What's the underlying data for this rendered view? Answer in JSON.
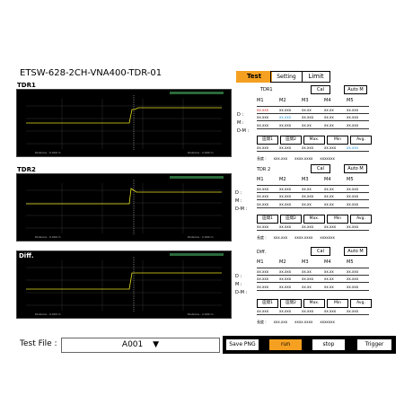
{
  "app_title": "ETSW-628-2CH-VNA400-TDR-01",
  "tabs": {
    "test": "Test",
    "setting": "Setting",
    "limit": "Limit"
  },
  "colors": {
    "accent_orange": "#f5a020",
    "trace_yellow": "#e8e020",
    "trace_green": "#40c040",
    "scope_bg": "#000000"
  },
  "scopes": [
    {
      "label": "TDR1",
      "legend_right": "Distance : 2.000 m",
      "legend_left": "Distance : 0.000 m"
    },
    {
      "label": "TDR2",
      "legend_right": "Distance : 2.000 m",
      "legend_left": "Distance : 0.000 m"
    },
    {
      "label": "Diff.",
      "legend_right": "Distance : 2.000 m",
      "legend_left": "Distance : 0.000 m"
    }
  ],
  "sections": [
    {
      "title": "TDR1",
      "cal": "Cal",
      "auto": "Auto M",
      "cols": [
        "M1",
        "M2",
        "M3",
        "M4",
        "M5"
      ],
      "d_label": "D :",
      "m_label": "M :",
      "dm_label": "D-M :",
      "d": [
        "xx.xxx",
        "xx.xxx",
        "xx.xx",
        "xx.xx",
        "xx.xxx"
      ],
      "m": [
        "xx.xxx",
        "xx.xxx",
        "xx.xxx",
        "xx.xx",
        "xx.xxx"
      ],
      "dm": [
        "xx.xxx",
        "xx.xxx",
        "xx.xx",
        "xx.xx",
        "xx.xxx"
      ],
      "sect1": "區間1",
      "sect2": "區間2",
      "max": "Max.",
      "min": "Min",
      "avg": "Avg.",
      "vals": [
        "xx.xxx",
        "xx.xxx",
        "xx.xxx",
        "xx.xxx",
        "xx.xxx"
      ],
      "len_label": "長度 :",
      "len1": "xxx.xxx",
      "len2": "xxxx.xxxx",
      "len3": "xxxxxxx"
    },
    {
      "title": "TDR 2",
      "cal": "Cal",
      "auto": "Auto M",
      "cols": [
        "M1",
        "M2",
        "M3",
        "M4",
        "M5"
      ],
      "d_label": "D :",
      "m_label": "M :",
      "dm_label": "D-M :",
      "d": [
        "xx.xxx",
        "xx.xxx",
        "xx.xx",
        "xx.xx",
        "xx.xxx"
      ],
      "m": [
        "xx.xxx",
        "xx.xxx",
        "xx.xxx",
        "xx.xx",
        "xx.xxx"
      ],
      "dm": [
        "xx.xxx",
        "xx.xxx",
        "xx.xx",
        "xx.xx",
        "xx.xxx"
      ],
      "sect1": "區間1",
      "sect2": "區間2",
      "max": "Max.",
      "min": "Min",
      "avg": "Avg.",
      "vals": [
        "xx.xxx",
        "xx.xxx",
        "xx.xxx",
        "xx.xxx",
        "xx.xxx"
      ],
      "len_label": "長度 :",
      "len1": "xxx.xxx",
      "len2": "xxxx.xxxx",
      "len3": "xxxxxxx"
    },
    {
      "title": "Diff.",
      "cal": "Cal",
      "auto": "Auto M",
      "cols": [
        "M1",
        "M2",
        "M3",
        "M4",
        "M5"
      ],
      "d_label": "D :",
      "m_label": "M :",
      "dm_label": "D-M :",
      "d": [
        "xx.xxx",
        "xx.xxx",
        "xx.xx",
        "xx.xx",
        "xx.xxx"
      ],
      "m": [
        "xx.xxx",
        "xx.xxx",
        "xx.xxx",
        "xx.xx",
        "xx.xxx"
      ],
      "dm": [
        "xx.xxx",
        "xx.xxx",
        "xx.xx",
        "xx.xx",
        "xx.xxx"
      ],
      "sect1": "區間1",
      "sect2": "區間2",
      "max": "Max.",
      "min": "Min",
      "avg": "Avg.",
      "vals": [
        "xx.xxx",
        "xx.xxx",
        "xx.xxx",
        "xx.xxx",
        "xx.xxx"
      ],
      "len_label": "長度 :",
      "len1": "xxx.xxx",
      "len2": "xxxx.xxxx",
      "len3": "xxxxxxx"
    }
  ],
  "buttons": {
    "save_png": "Save PNG",
    "run": "run",
    "stop": "stop",
    "trigger": "Trigger"
  },
  "test_file": {
    "label": "Test File :",
    "value": "A001",
    "arrow": "▼"
  }
}
